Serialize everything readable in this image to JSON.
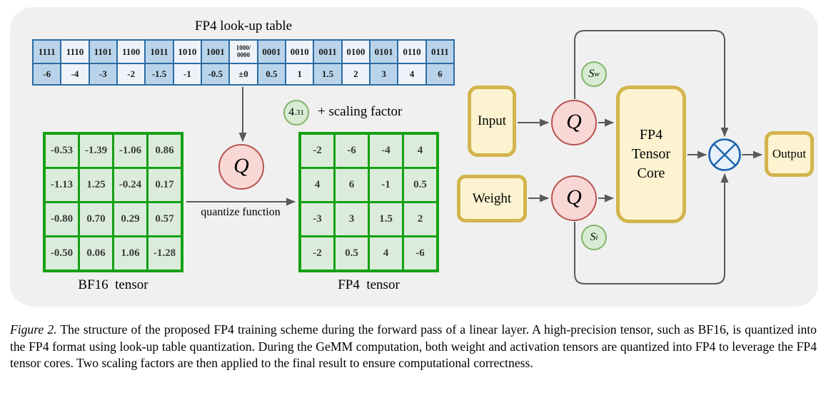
{
  "lookup_table": {
    "title": "FP4 look-up table",
    "codes": [
      "1111",
      "1110",
      "1101",
      "1100",
      "1011",
      "1010",
      "1001",
      "1000/\n0000",
      "0001",
      "0010",
      "0011",
      "0100",
      "0101",
      "0110",
      "0111"
    ],
    "values": [
      "-6",
      "-4",
      "-3",
      "-2",
      "-1.5",
      "-1",
      "-0.5",
      "±0",
      "0.5",
      "1",
      "1.5",
      "2",
      "3",
      "4",
      "6"
    ]
  },
  "quantizer": {
    "symbol": "Q",
    "function_label": "quantize function"
  },
  "scaling": {
    "value_int": "4",
    "value_frac": ".31",
    "label": "+ scaling factor"
  },
  "bf16_tensor": {
    "label": "BF16  tensor",
    "rows": [
      [
        "-0.53",
        "-1.39",
        "-1.06",
        "0.86"
      ],
      [
        "-1.13",
        "1.25",
        "-0.24",
        "0.17"
      ],
      [
        "-0.80",
        "0.70",
        "0.29",
        "0.57"
      ],
      [
        "-0.50",
        "0.06",
        "1.06",
        "-1.28"
      ]
    ]
  },
  "fp4_tensor": {
    "label": "FP4  tensor",
    "rows": [
      [
        "-2",
        "-6",
        "-4",
        "4"
      ],
      [
        "4",
        "6",
        "-1",
        "0.5"
      ],
      [
        "-3",
        "3",
        "1.5",
        "2"
      ],
      [
        "-2",
        "0.5",
        "4",
        "-6"
      ]
    ]
  },
  "gemm_flow": {
    "input_label": "Input",
    "weight_label": "Weight",
    "core_lines": [
      "FP4",
      "Tensor",
      "Core"
    ],
    "output_label": "Output",
    "q_symbol": "Q",
    "scale_w": {
      "base": "S",
      "sub": "w"
    },
    "scale_i": {
      "base": "S",
      "sub": "i"
    }
  },
  "caption": {
    "figure_label": "Figure 2.",
    "text": "The structure of the proposed FP4 training scheme during the forward pass of a linear layer. A high-precision tensor, such as BF16, is quantized into the FP4 format using look-up table quantization. During the GeMM computation, both weight and activation tensors are quantized into FP4 to leverage the FP4 tensor cores. Two scaling factors are then applied to the final result to ensure computational correctness."
  },
  "colors": {
    "panel_bg": "#f0f0f0",
    "table_border": "#2d6ba3",
    "table_cell_blue": "#b9d4ea",
    "table_cell_light": "#edf3f9",
    "tensor_border": "#13a113",
    "tensor_cell": "#dcecdb",
    "q_fill": "#f8d7d5",
    "q_border": "#b85450",
    "green_fill": "#d8ecd4",
    "green_border": "#83b366",
    "box_fill": "#fdf3d0",
    "box_border": "#d3b44d",
    "arrow": "#595959",
    "multiply_border": "#1a63ae",
    "multiply_fill": "#e9f1fa"
  }
}
